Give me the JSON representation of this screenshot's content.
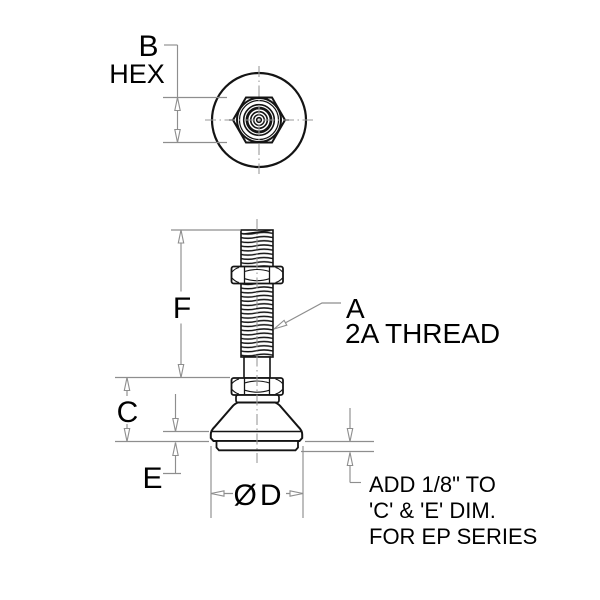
{
  "drawing": {
    "labels": {
      "b": "B",
      "hex": "HEX",
      "f": "F",
      "c": "C",
      "e": "E",
      "a": "A",
      "thread_spec": "2A THREAD",
      "diameter": "ØD"
    },
    "note": {
      "line1": "ADD 1/8\" TO",
      "line2": "'C' & 'E' DIM.",
      "line3": "FOR EP SERIES"
    },
    "colors": {
      "outline": "#141414",
      "dimension_lines": "#8e8e8e",
      "centerline": "#9a9a9a",
      "text": "#000000",
      "background": "#ffffff"
    }
  }
}
